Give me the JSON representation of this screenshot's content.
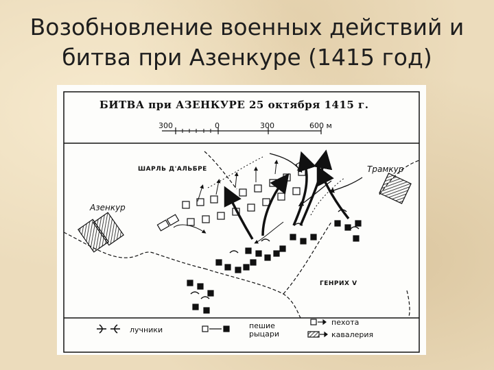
{
  "slide": {
    "title_line1": "Возобновление военных действий и",
    "title_line2": "битва при Азенкуре (1415 год)"
  },
  "map": {
    "title": "БИТВА при АЗЕНКУРЕ 25 октября 1415 г.",
    "scale_labels": [
      "300",
      "0",
      "300",
      "600 м"
    ],
    "places": {
      "agincourt": "Азенкур",
      "tramecourt": "Трамкур"
    },
    "commanders": {
      "french": "ШАРЛЬ Д'АЛЬБРЕ",
      "english": "ГЕНРИХ V"
    },
    "legend": {
      "archers": "лучники",
      "foot_knights_line1": "пешие",
      "foot_knights_line2": "рыцари",
      "infantry": "пехота",
      "cavalry": "кавалерия"
    },
    "colors": {
      "ink": "#111111",
      "paper": "#fdfdfb"
    }
  }
}
